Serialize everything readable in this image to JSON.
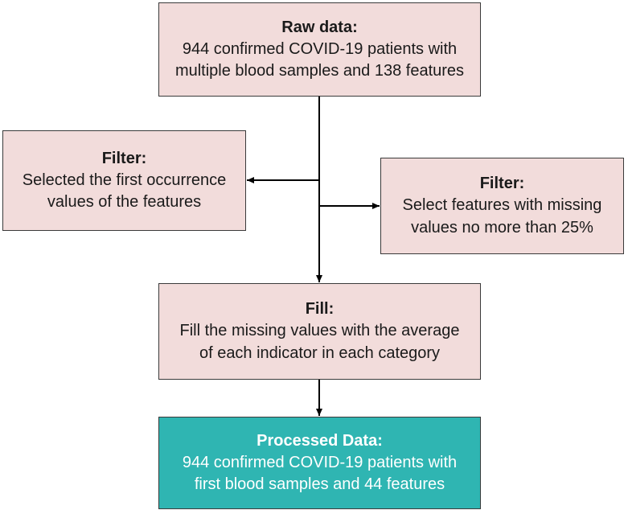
{
  "nodes": {
    "raw": {
      "title": "Raw data:",
      "lines": [
        "944 confirmed COVID-19 patients with",
        "multiple blood samples and 138 features"
      ]
    },
    "filter_first": {
      "title": "Filter:",
      "lines": [
        "Selected the first occurrence",
        "values of the features"
      ]
    },
    "filter_missing": {
      "title": "Filter:",
      "lines": [
        "Select features with missing",
        "values no more than 25%"
      ]
    },
    "fill": {
      "title": "Fill:",
      "lines": [
        "Fill the missing values with the average",
        "of each indicator in each category"
      ]
    },
    "processed": {
      "title": "Processed Data:",
      "lines": [
        "944 confirmed COVID-19 patients with",
        "first blood samples and 44 features"
      ]
    }
  },
  "edges": [
    {
      "from": "raw",
      "to": "fill"
    },
    {
      "from": "raw",
      "to": "filter_first"
    },
    {
      "from": "raw",
      "to": "filter_missing"
    },
    {
      "from": "fill",
      "to": "processed"
    }
  ],
  "colors": {
    "box_fill": "#f2dcdb",
    "final_fill": "#2fb5b2",
    "border": "#3a3a3a",
    "arrow": "#000000"
  }
}
